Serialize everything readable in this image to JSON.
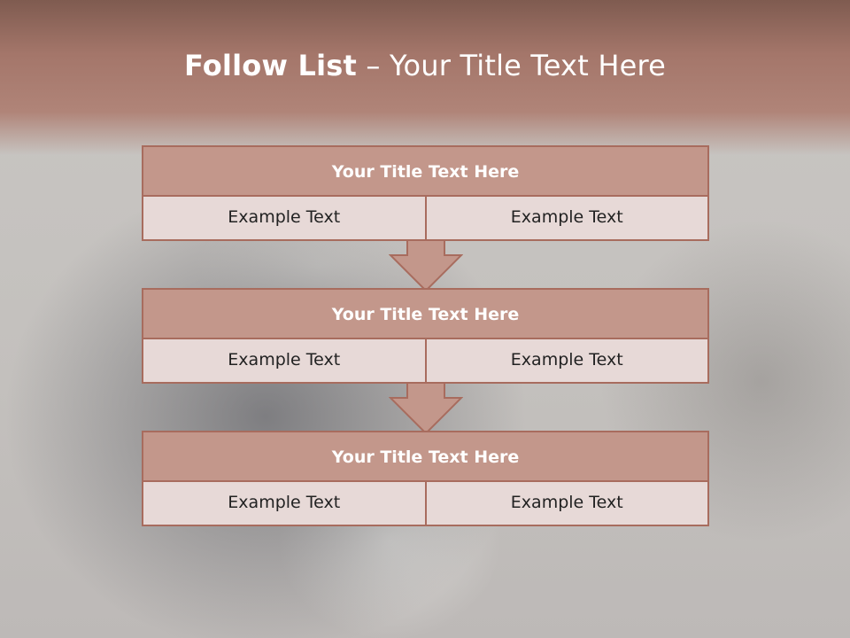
{
  "slide": {
    "title_bold": "Follow List",
    "title_rest": " – Your Title Text Here"
  },
  "steps": [
    {
      "title": "Your Title Text Here",
      "left": "Example Text",
      "right": "Example Text"
    },
    {
      "title": "Your Title Text Here",
      "left": "Example Text",
      "right": "Example Text"
    },
    {
      "title": "Your Title Text Here",
      "left": "Example Text",
      "right": "Example Text"
    }
  ],
  "colors": {
    "header": "#a4766a",
    "box_title_fill": "#c3978b",
    "box_cell_fill": "#e7d9d7",
    "border": "#a86c5e",
    "arrow_fill": "#c3978b"
  },
  "icons": [
    "down-arrow-icon"
  ]
}
